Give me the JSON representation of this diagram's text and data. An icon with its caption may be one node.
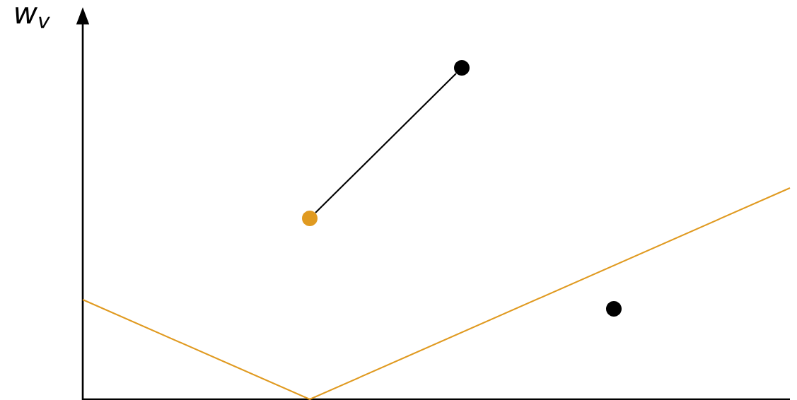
{
  "diagram": {
    "nodes": [
      {
        "text": [],
        "shape": "circle"
      },
      {
        "text": [],
        "shape": "circle"
      },
      {
        "text": [],
        "shape": "circle"
      }
    ],
    "edges": [
      {
        "from": 0,
        "to": 1,
        "arrow": "none"
      }
    ],
    "labels": [
      "w$_{v}$"
    ]
  }
}
